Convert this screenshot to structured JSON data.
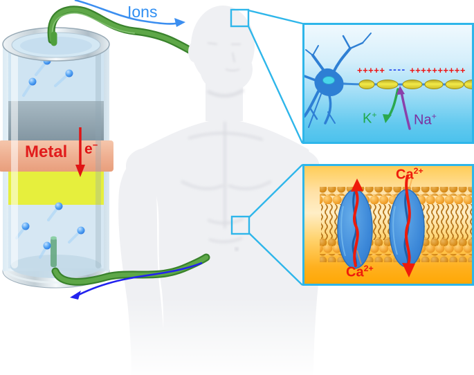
{
  "labels": {
    "ions": "Ions",
    "metal": "Metal",
    "electron_base": "e",
    "electron_sup": "−",
    "potassium_base": "K",
    "potassium_sup": "+",
    "sodium_base": "Na",
    "sodium_sup": "+",
    "calcium_base": "Ca",
    "calcium_sup": "2+"
  },
  "neuron_panel": {
    "charges_left": "+++++",
    "charges_middle": "----",
    "charges_right": "++++++++++"
  },
  "colors": {
    "panel-border": "#2eb6ea",
    "ions-blue": "#2f8ef2",
    "metal-red": "#e11c1c",
    "electron-red": "#e01414",
    "potassium-green": "#1fa84b",
    "sodium-purple": "#7c2f9e",
    "calcium-red": "#ee1b0b",
    "charge-plus-red": "#ee1111",
    "charge-minus-blue": "#2244ee",
    "tube-green": "#4f9f3c",
    "ion-arrow-blue": "#3b8ef0",
    "return-arrow-blue": "#2222ee",
    "metal-band-salmon": "#f0b596",
    "separator-yellow": "#e6ef3d",
    "electrode-gray": "#92a5b1",
    "ion-ball-blue": "#2e86e8",
    "neuron-blue": "#2e7fd4",
    "channel-blue": "#3b87d8",
    "lipid-orange": "#f09c28"
  }
}
